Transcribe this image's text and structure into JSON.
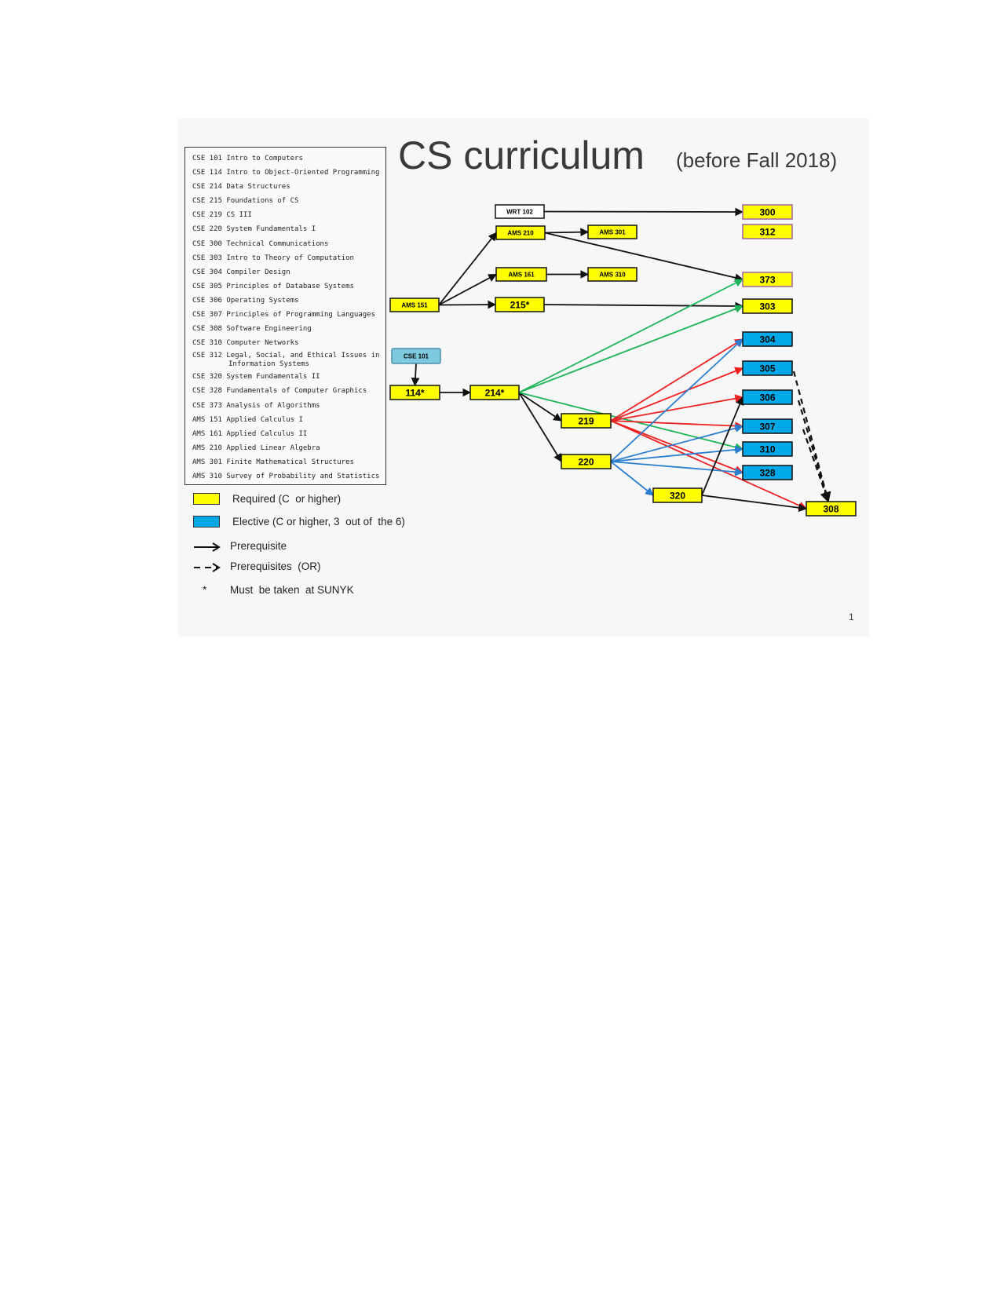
{
  "title": "CS curriculum",
  "subtitle": "(before Fall 2018)",
  "page_number": "1",
  "colors": {
    "required": "#ffff00",
    "elective": "#00a8e8",
    "prereq_lower": "#7fc9de",
    "edge_black": "#111111",
    "edge_green": "#1fb55a",
    "edge_red": "#ee2222",
    "edge_blue": "#2a7fd0"
  },
  "course_list": [
    "CSE 101 Intro to Computers",
    "CSE 114 Intro to Object-Oriented Programming",
    "CSE 214 Data Structures",
    "CSE 215 Foundations of CS",
    "CSE 219 CS III",
    "CSE 220 System Fundamentals I",
    "CSE 300 Technical Communications",
    "CSE 303 Intro to Theory of Computation",
    "CSE 304 Compiler Design",
    "CSE 305 Principles of Database Systems",
    "CSE 306 Operating Systems",
    "CSE 307 Principles of Programming Languages",
    "CSE 308 Software Engineering",
    "CSE 310 Computer Networks",
    "CSE 312 Legal, Social, and Ethical Issues in",
    "Information Systems",
    "CSE 320 System Fundamentals II",
    "CSE 328 Fundamentals of Computer Graphics",
    "CSE 373 Analysis of Algorithms",
    "AMS 151 Applied Calculus I",
    "AMS 161 Applied Calculus II",
    "AMS 210 Applied Linear Algebra",
    "AMS 301 Finite Mathematical Structures",
    "AMS 310 Survey of Probability and Statistics"
  ],
  "nodes": [
    {
      "id": "wrt102",
      "label": "WRT 102",
      "kind": "plain"
    },
    {
      "id": "ams210",
      "label": "AMS 210",
      "kind": "required"
    },
    {
      "id": "ams301",
      "label": "AMS 301",
      "kind": "required"
    },
    {
      "id": "ams161",
      "label": "AMS 161",
      "kind": "required"
    },
    {
      "id": "ams310",
      "label": "AMS 310",
      "kind": "required"
    },
    {
      "id": "ams151",
      "label": "AMS 151",
      "kind": "required"
    },
    {
      "id": "c215",
      "label": "215*",
      "kind": "required"
    },
    {
      "id": "cse101",
      "label": "CSE 101",
      "kind": "optional"
    },
    {
      "id": "c114",
      "label": "114*",
      "kind": "required"
    },
    {
      "id": "c214",
      "label": "214*",
      "kind": "required"
    },
    {
      "id": "c219",
      "label": "219",
      "kind": "required"
    },
    {
      "id": "c220",
      "label": "220",
      "kind": "required"
    },
    {
      "id": "c320",
      "label": "320",
      "kind": "required"
    },
    {
      "id": "c300",
      "label": "300",
      "kind": "required"
    },
    {
      "id": "c312",
      "label": "312",
      "kind": "required"
    },
    {
      "id": "c373",
      "label": "373",
      "kind": "required"
    },
    {
      "id": "c303",
      "label": "303",
      "kind": "required"
    },
    {
      "id": "c304",
      "label": "304",
      "kind": "elective"
    },
    {
      "id": "c305",
      "label": "305",
      "kind": "elective"
    },
    {
      "id": "c306",
      "label": "306",
      "kind": "elective"
    },
    {
      "id": "c307",
      "label": "307",
      "kind": "elective"
    },
    {
      "id": "c310",
      "label": "310",
      "kind": "elective"
    },
    {
      "id": "c328",
      "label": "328",
      "kind": "elective"
    },
    {
      "id": "c308",
      "label": "308",
      "kind": "required"
    }
  ],
  "edges": [
    {
      "from": "wrt102",
      "to": "c300",
      "color": "black"
    },
    {
      "from": "ams151",
      "to": "ams210",
      "color": "black"
    },
    {
      "from": "ams151",
      "to": "ams161",
      "color": "black"
    },
    {
      "from": "ams151",
      "to": "c215",
      "color": "black"
    },
    {
      "from": "ams210",
      "to": "ams301",
      "color": "black"
    },
    {
      "from": "ams210",
      "to": "c373",
      "color": "black"
    },
    {
      "from": "ams161",
      "to": "ams310",
      "color": "black"
    },
    {
      "from": "c215",
      "to": "c303",
      "color": "black"
    },
    {
      "from": "cse101",
      "to": "c114",
      "color": "black"
    },
    {
      "from": "c114",
      "to": "c214",
      "color": "black"
    },
    {
      "from": "c214",
      "to": "c373",
      "color": "green"
    },
    {
      "from": "c214",
      "to": "c303",
      "color": "green"
    },
    {
      "from": "c214",
      "to": "c219",
      "color": "black"
    },
    {
      "from": "c214",
      "to": "c220",
      "color": "black"
    },
    {
      "from": "c214",
      "to": "c310",
      "color": "green"
    },
    {
      "from": "c219",
      "to": "c304",
      "color": "red"
    },
    {
      "from": "c219",
      "to": "c305",
      "color": "red"
    },
    {
      "from": "c219",
      "to": "c306",
      "color": "red"
    },
    {
      "from": "c219",
      "to": "c307",
      "color": "red"
    },
    {
      "from": "c219",
      "to": "c328",
      "color": "red"
    },
    {
      "from": "c219",
      "to": "c308",
      "color": "red"
    },
    {
      "from": "c220",
      "to": "c304",
      "color": "blue"
    },
    {
      "from": "c220",
      "to": "c307",
      "color": "blue"
    },
    {
      "from": "c220",
      "to": "c310",
      "color": "blue"
    },
    {
      "from": "c220",
      "to": "c328",
      "color": "blue"
    },
    {
      "from": "c220",
      "to": "c320",
      "color": "blue"
    },
    {
      "from": "c320",
      "to": "c306",
      "color": "black"
    },
    {
      "from": "c320",
      "to": "c308",
      "color": "black"
    },
    {
      "from": "c305",
      "to": "c308",
      "color": "black",
      "dashed": true
    },
    {
      "from": "c306",
      "to": "c308",
      "color": "black",
      "dashed": true
    },
    {
      "from": "c307",
      "to": "c308",
      "color": "black",
      "dashed": true
    }
  ],
  "legend": [
    {
      "kind": "swatch",
      "color": "#ffff00",
      "label": "Required (C  or higher)"
    },
    {
      "kind": "swatch",
      "color": "#00a8e8",
      "label": "Elective (C or higher, 3  out of  the 6)"
    },
    {
      "kind": "arrow",
      "label": "Prerequisite"
    },
    {
      "kind": "dashed-arrow",
      "label": "Prerequisites  (OR)"
    },
    {
      "kind": "asterisk",
      "symbol": "*",
      "label": "Must  be taken  at SUNYK"
    }
  ]
}
